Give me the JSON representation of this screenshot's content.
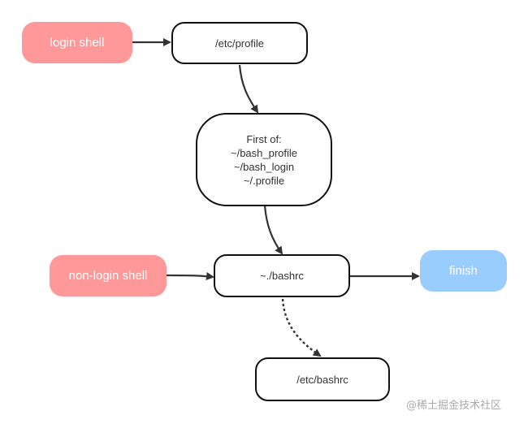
{
  "nodes": {
    "login_shell": "login shell",
    "etc_profile": "/etc/profile",
    "first_of": {
      "heading": "First of:",
      "items": [
        "~/bash_profile",
        "~/bash_login",
        "~/.profile"
      ]
    },
    "non_login_shell": "non-login shell",
    "bashrc_home": "~./bashrc",
    "finish": "finish",
    "etc_bashrc": "/etc/bashrc"
  },
  "colors": {
    "shell_node": "#ff9999",
    "finish_node": "#99ccff",
    "box_border": "#111111",
    "edge": "#333333"
  },
  "watermark": "@稀土掘金技术社区"
}
